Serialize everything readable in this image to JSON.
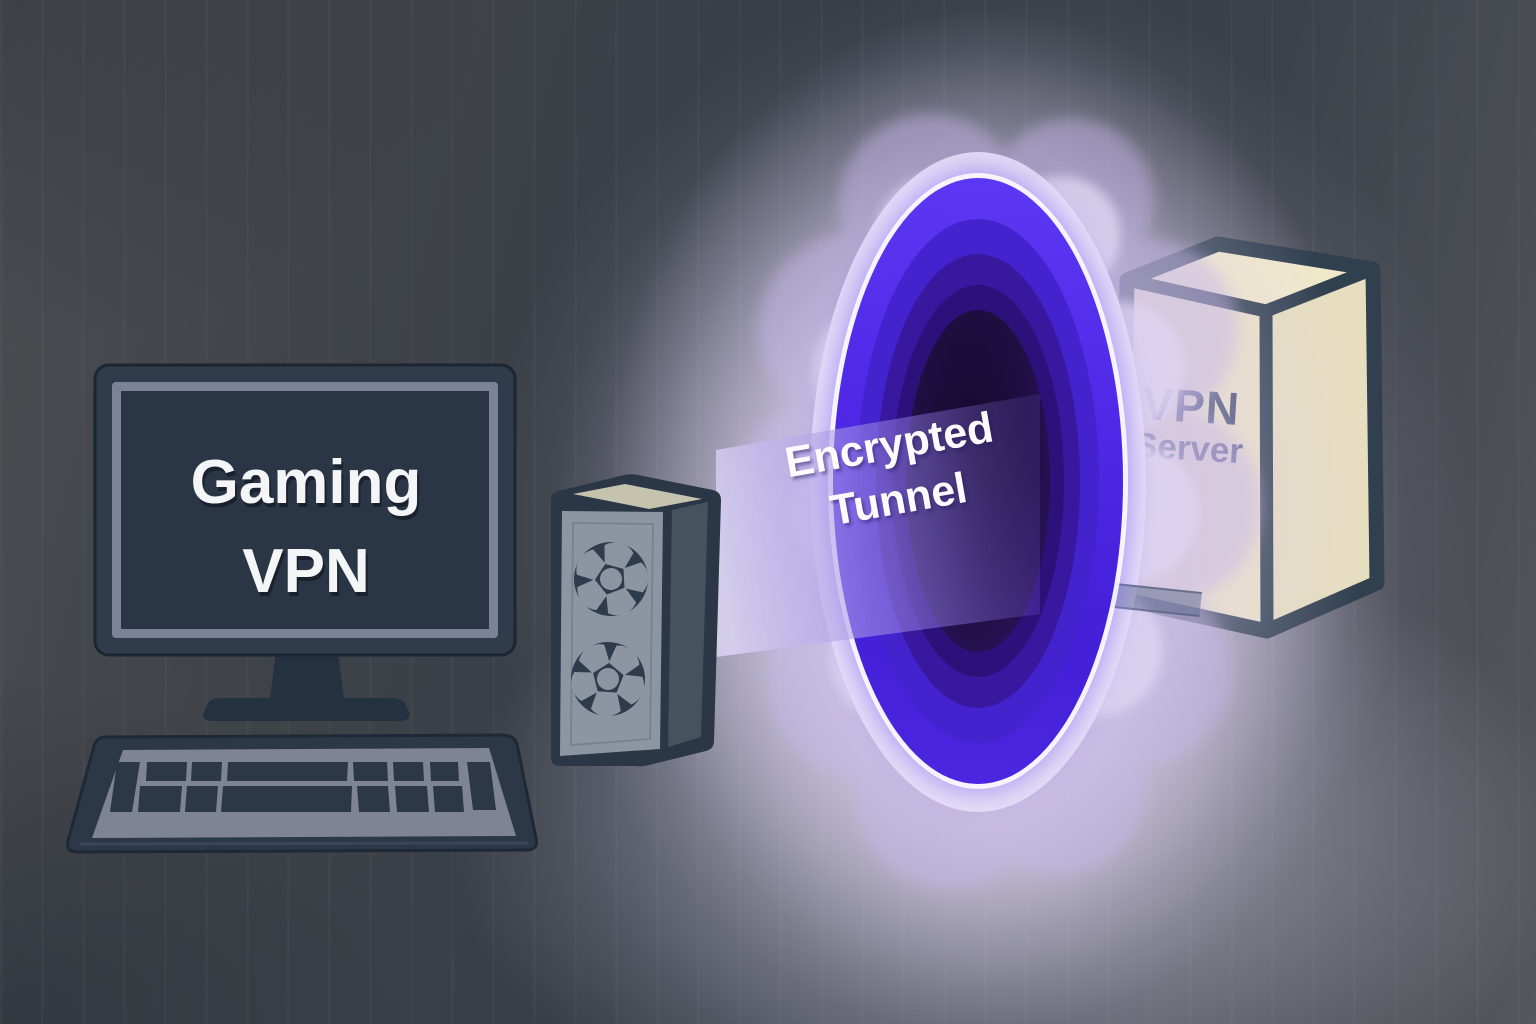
{
  "monitor_label": {
    "line1": "Gaming",
    "line2": "VPN"
  },
  "tunnel_label": {
    "line1": "Encrypted",
    "line2": "Tunnel"
  },
  "server_label": {
    "line1": "VPN",
    "line2": "Server"
  },
  "colors": {
    "background_dark": "#3d424a",
    "portal_bright_blue": "#4f28e8",
    "portal_core_dark": "#1d0e40",
    "glow_lavender": "#c6b6ea",
    "beam_lavender": "#b3a6e8",
    "monitor_screen": "#2a3645",
    "monitor_frame_gray": "#7d8397",
    "outline_dark_slate": "#2e3a49",
    "tower_face_gray": "#8e95a2",
    "tower_top_beige": "#c5c2ae",
    "server_face_cream": "#ece3c4",
    "label_white": "#f3f5f7",
    "server_label_navy": "#364067"
  }
}
